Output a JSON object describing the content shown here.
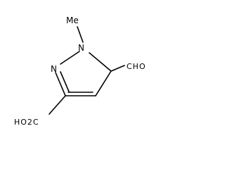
{
  "molecule": {
    "labels": {
      "methyl": "Me",
      "n1": "N",
      "n2": "N",
      "formyl": "CHO",
      "carboxyl": "HO2C"
    }
  }
}
